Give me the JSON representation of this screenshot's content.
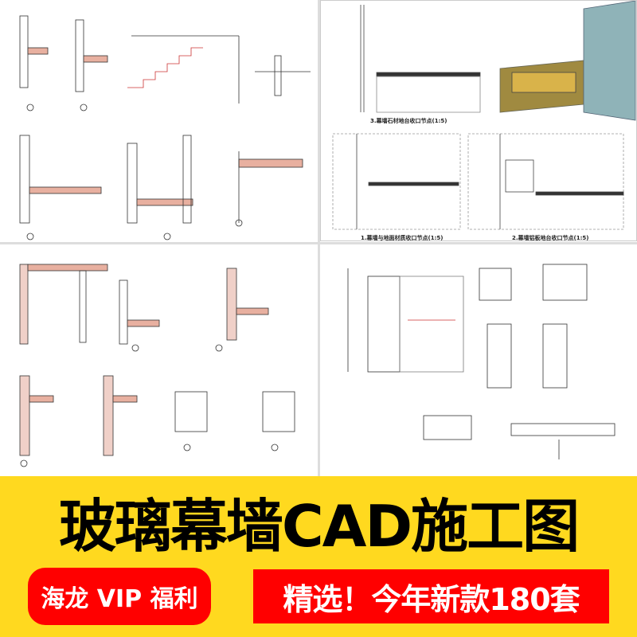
{
  "drawings": {
    "top_right": {
      "caption_3": "3.幕墙石材地台收口节点(1:5)",
      "caption_1": "1.幕墙与地面材质收口节点(1:5)",
      "caption_2": "2.幕墙铝板地台收口节点(1:5)"
    }
  },
  "banner": {
    "title": "玻璃幕墙CAD施工图",
    "badge_left": "海龙 VIP 福利",
    "badge_right": "精选！今年新款180套"
  },
  "colors": {
    "banner_bg": "#FFD91F",
    "badge_bg": "#FF0000",
    "title": "#000000"
  }
}
